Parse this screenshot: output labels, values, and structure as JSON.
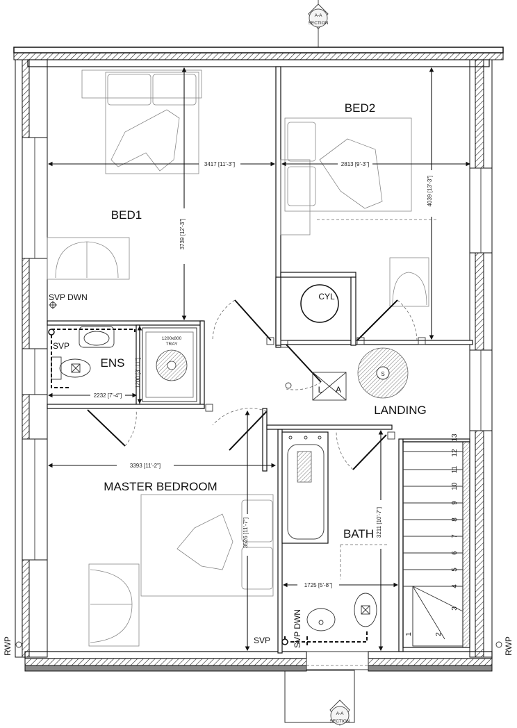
{
  "rooms": {
    "bed1": "BED1",
    "bed2": "BED2",
    "ens": "ENS",
    "landing": "LANDING",
    "master": "MASTER BEDROOM",
    "bath": "BATH",
    "cyl": "CYL"
  },
  "labels": {
    "svp_dwn_1": "SVP DWN",
    "svp_1": "SVP",
    "svp_dwn_2": "SVP DWN",
    "svp_2": "SVP",
    "rwp_left": "RWP",
    "rwp_right": "RWP",
    "section_top_title": "A-A",
    "section_top_sub": "SECTION",
    "section_bottom_title": "A-A",
    "section_bottom_sub": "SECTION",
    "tray_line1": "1200x800",
    "tray_line2": "TRAY",
    "loft_l": "L",
    "loft_a": "A",
    "extract_s": "S"
  },
  "dimensions": {
    "bed1_width": "3417 [11'-3\"]",
    "bed2_width": "2813 [9'-3\"]",
    "bed1_depth": "3739 [12'-3\"]",
    "bed2_depth": "4039 [13'-3\"]",
    "ens_width": "2232 [7'-4\"]",
    "ens_depth": "1200 [3'-11\"]",
    "master_width": "3393 [11'-2\"]",
    "master_depth": "3526 [11'-7\"]",
    "bath_depth": "3211 [10'-7\"]",
    "bath_width": "1725 [5'-8\"]"
  },
  "stairs": {
    "steps": [
      "1",
      "2",
      "3",
      "4",
      "5",
      "6",
      "7",
      "8",
      "9",
      "10",
      "11",
      "12",
      "13"
    ]
  },
  "colors": {
    "line": "#111111",
    "grey_furniture": "#888888",
    "wall_fill": "#ffffff"
  }
}
